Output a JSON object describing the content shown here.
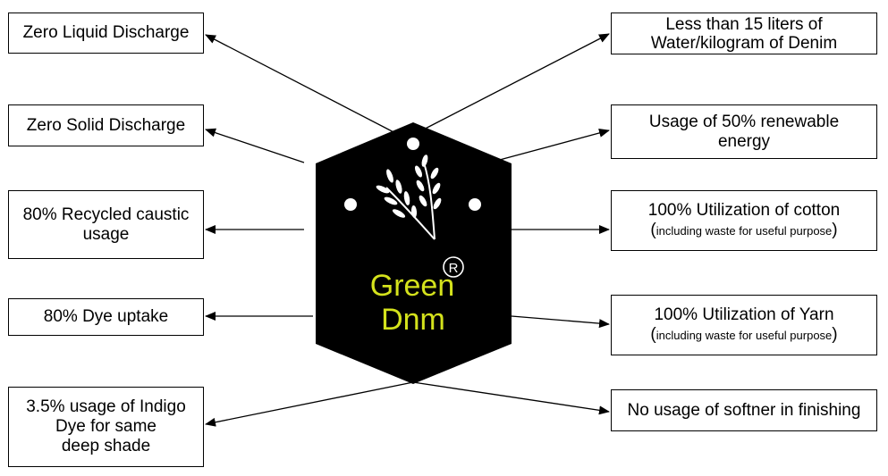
{
  "left_items": {
    "zero_liquid": "Zero Liquid Discharge",
    "zero_solid": "Zero Solid Discharge",
    "caustic_line1": "80% Recycled caustic",
    "caustic_line2": "usage",
    "dye_uptake": "80% Dye uptake",
    "indigo_line1": "3.5% usage of Indigo",
    "indigo_line2": "Dye for same",
    "indigo_line3": "deep shade"
  },
  "right_items": {
    "water_line1": "Less than 15 liters of",
    "water_line2": "Water/kilogram of Denim",
    "renewable_line1": "Usage of 50% renewable",
    "renewable_line2": "energy",
    "cotton_line1": "100% Utilization of cotton",
    "yarn_line1": "100% Utilization of Yarn",
    "waste_note_open": "(",
    "waste_note": "including waste for useful purpose",
    "waste_note_close": ")",
    "softner": "No usage of softner in finishing"
  },
  "tag": {
    "brand_line1": "Green",
    "brand_line2": "Dnm",
    "registered_mark": "®",
    "tag_color": "#000000",
    "brand_color": "#d4e21c",
    "icon": "wheat-leaf-icon"
  }
}
